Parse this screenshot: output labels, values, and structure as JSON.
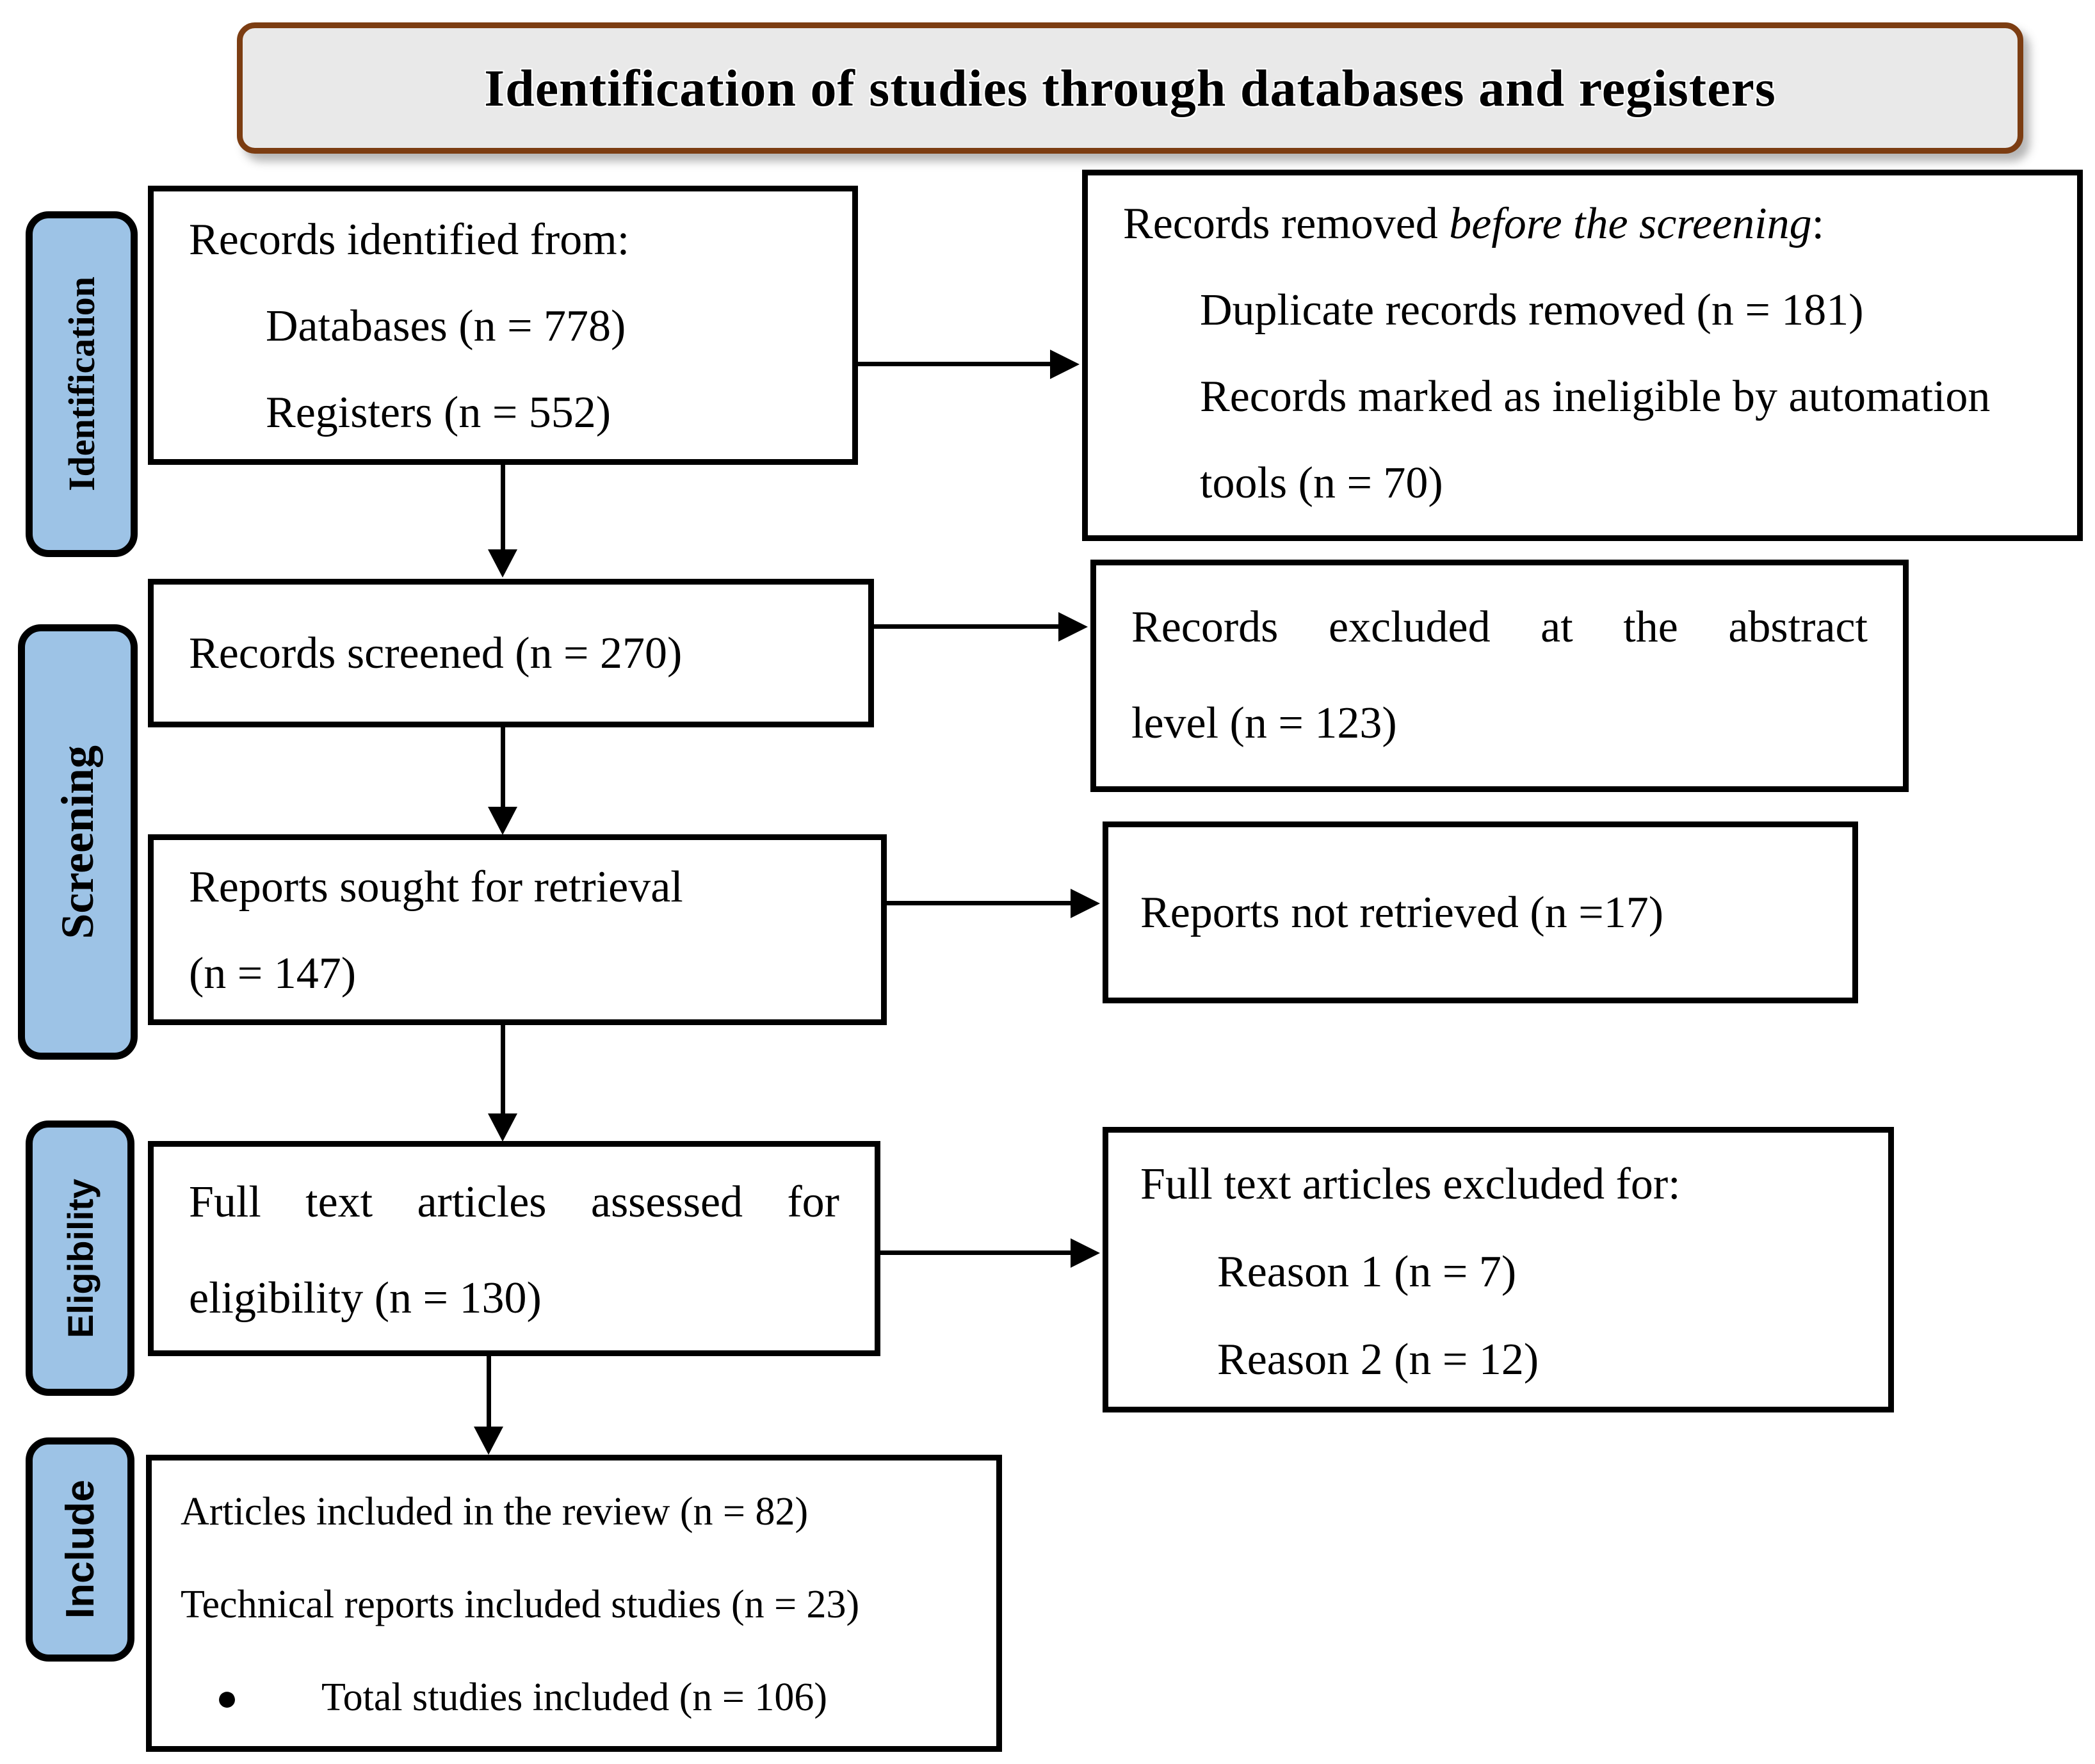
{
  "title": "Identification of studies through databases and registers",
  "colors": {
    "stage_fill": "#9dc3e6",
    "title_fill": "#e9e9e9",
    "title_border": "#7c3d12",
    "box_border": "#000000",
    "arrow": "#000000"
  },
  "stages": {
    "identification": "Identification",
    "screening": "Screening",
    "eligibility": "Eligibility",
    "include": "Include"
  },
  "boxes": {
    "records_identified": {
      "line1": "Records identified from:",
      "line2": "Databases (n = 778)",
      "line3": "Registers (n = 552)"
    },
    "records_removed": {
      "line1_parts": [
        {
          "text": "Records removed "
        },
        {
          "text": "before the screening",
          "italic": true
        },
        {
          "text": ":"
        }
      ],
      "line2": "Duplicate records removed (n = 181)",
      "line3": "Records marked as ineligible by automation",
      "line4": "tools (n = 70)"
    },
    "records_screened": {
      "line1": "Records screened (n = 270)"
    },
    "records_excluded": {
      "line1": "Records excluded at the abstract",
      "line2": "level (n = 123)"
    },
    "reports_sought": {
      "line1": "Reports sought for retrieval",
      "line2": "(n = 147)"
    },
    "reports_not_retrieved": {
      "line1": "Reports not retrieved (n =17)"
    },
    "full_text_assessed": {
      "line1": "Full text articles assessed for",
      "line2": "eligibility (n = 130)"
    },
    "full_text_excluded": {
      "line1": "Full text articles excluded for:",
      "line2": "Reason 1 (n = 7)",
      "line3": "Reason 2 (n = 12)"
    },
    "articles_included": {
      "line1": "Articles included in the review (n = 82)",
      "line2": "Technical reports included studies (n = 23)",
      "bullet": "●",
      "line3": "Total studies included (n = 106)"
    }
  }
}
